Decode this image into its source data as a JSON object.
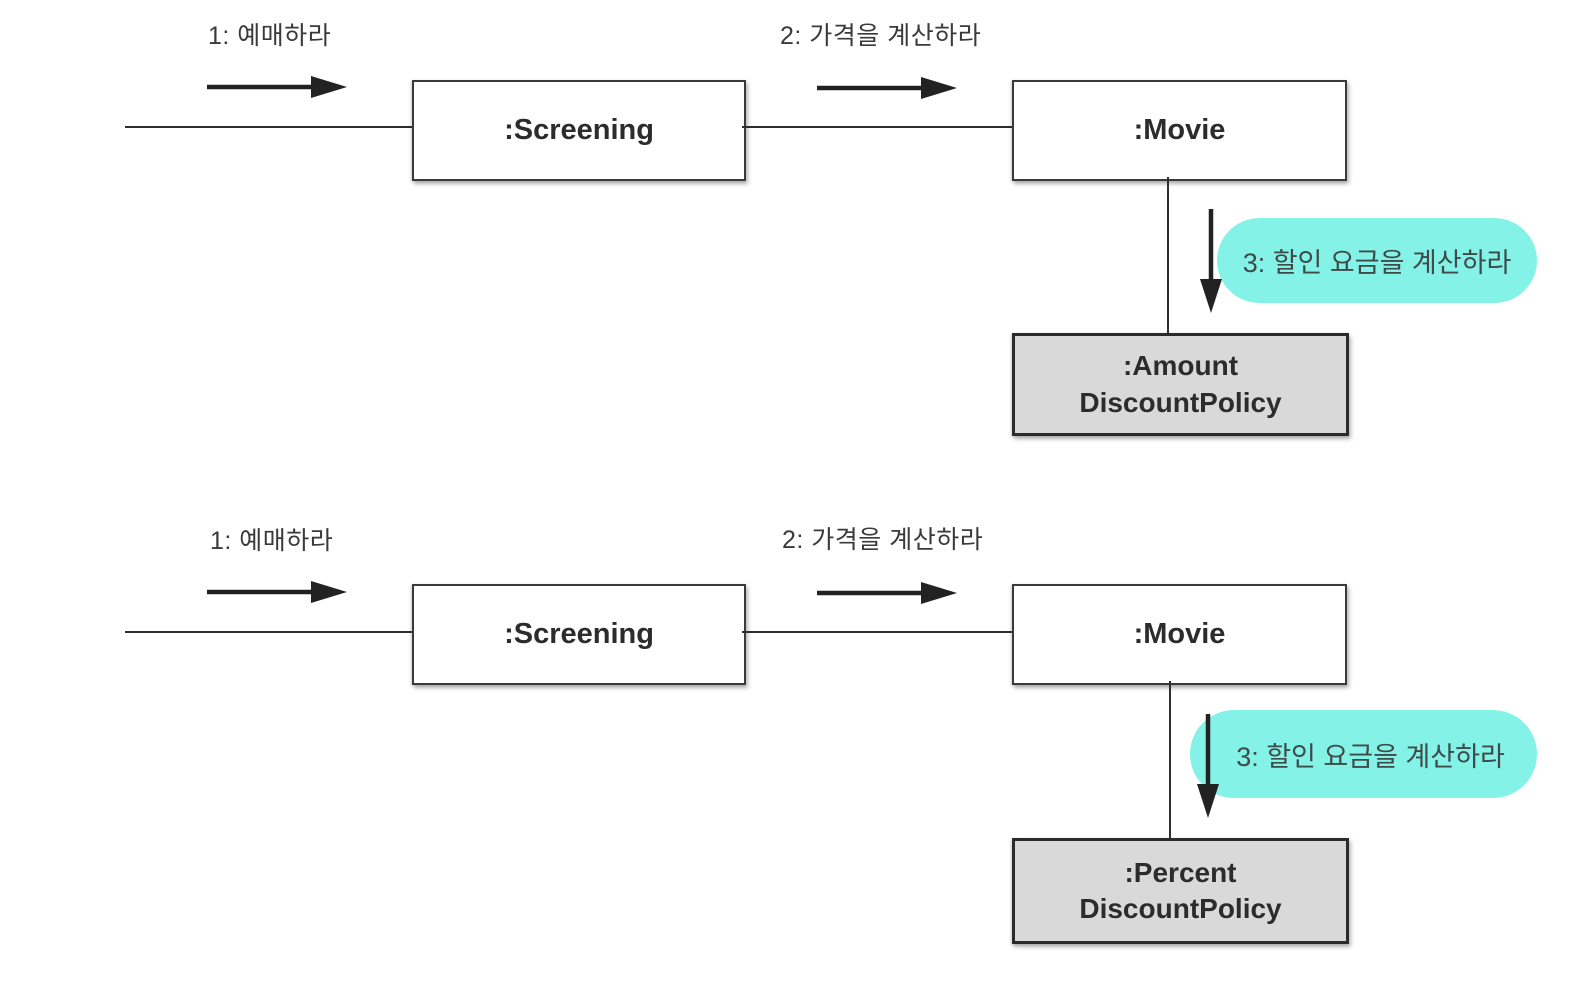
{
  "figure": {
    "description": "Two UML communication diagrams comparing AmountDiscountPolicy and PercentDiscountPolicy collaborations"
  },
  "colors": {
    "highlight": "#85F2E7",
    "policy_fill": "#D9D9D9",
    "object_fill": "#FFFFFF",
    "line": "#2E2E2E"
  },
  "diagram_top": {
    "message_1": "1: 예매하라",
    "message_2": "2: 가격을 계산하라",
    "message_3": "3: 할인 요금을 계산하라",
    "screening_label": ":Screening",
    "movie_label": ":Movie",
    "policy_line_1": ":Amount",
    "policy_line_2": "DiscountPolicy"
  },
  "diagram_bottom": {
    "message_1": "1: 예매하라",
    "message_2": "2: 가격을 계산하라",
    "message_3": "3: 할인 요금을 계산하라",
    "screening_label": ":Screening",
    "movie_label": ":Movie",
    "policy_line_1": ":Percent",
    "policy_line_2": "DiscountPolicy"
  }
}
